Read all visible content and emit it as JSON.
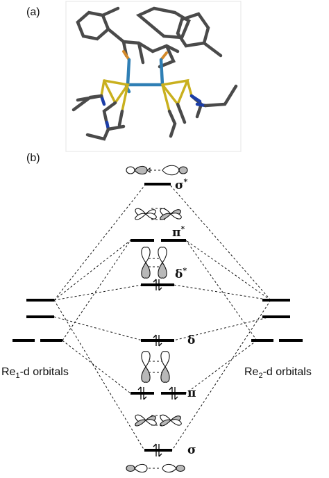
{
  "panel_a": {
    "label": "(a)"
  },
  "panel_b": {
    "label": "(b)"
  },
  "left_side": {
    "label_main": "Re",
    "label_sub": "1",
    "label_rest": "-d orbitals"
  },
  "right_side": {
    "label_main": "Re",
    "label_sub": "2",
    "label_rest": "-d orbitals"
  },
  "orbitals": {
    "sigma_star": {
      "label": "σ",
      "sup": "*"
    },
    "pi_star": {
      "label": "π",
      "sup": "*"
    },
    "delta_star": {
      "label": "δ",
      "sup": "*"
    },
    "delta": {
      "label": "δ"
    },
    "pi": {
      "label": "π"
    },
    "sigma": {
      "label": "σ"
    }
  },
  "colors": {
    "carbon": "#4a4a4a",
    "nitrogen": "#1c3ea8",
    "sulfur": "#c9b01e",
    "phosphorus": "#d48a2a",
    "rhenium": "#2f7fb5",
    "lobe_shaded": "#b8b8b8"
  }
}
